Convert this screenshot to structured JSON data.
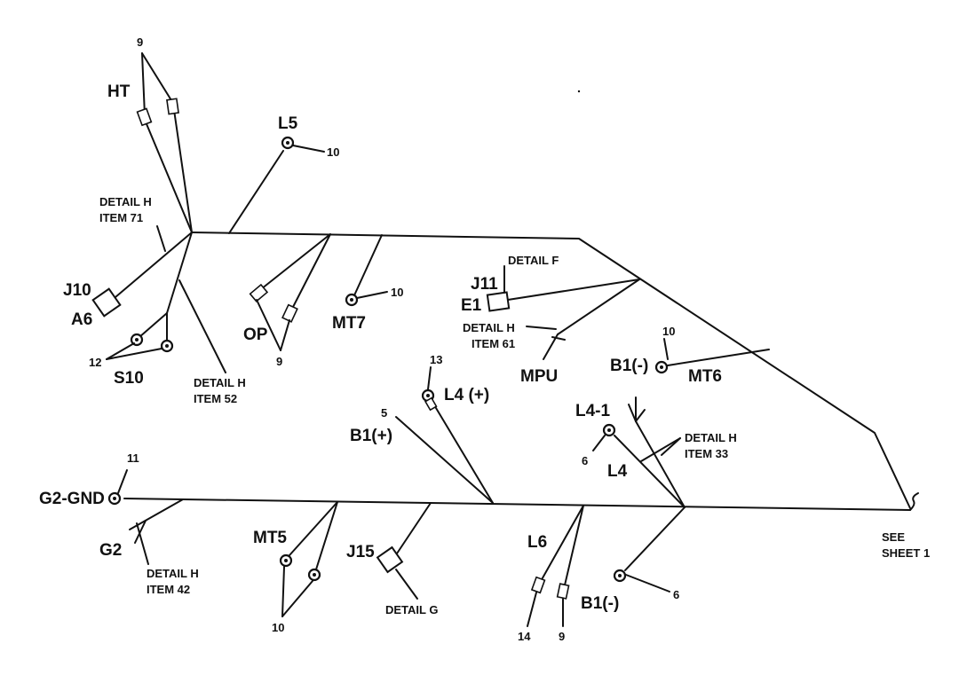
{
  "labels": {
    "ht": "HT",
    "ht_num": "9",
    "l5": "L5",
    "l5_num": "10",
    "detail_h_71_a": "DETAIL H",
    "detail_h_71_b": "ITEM 71",
    "j10": "J10",
    "a6": "A6",
    "s10": "S10",
    "s10_num": "12",
    "detail_h_52_a": "DETAIL H",
    "detail_h_52_b": "ITEM 52",
    "op": "OP",
    "op_num": "9",
    "mt7": "MT7",
    "mt7_num": "10",
    "detail_f": "DETAIL F",
    "j11": "J11",
    "e1": "E1",
    "detail_h_61_a": "DETAIL H",
    "detail_h_61_b": "ITEM 61",
    "mpu": "MPU",
    "b1_minus_top": "B1(-)",
    "mt6": "MT6",
    "mt6_num": "10",
    "l4_plus": "L4 (+)",
    "l4_plus_num": "13",
    "b1_plus": "B1(+)",
    "b1_plus_num": "5",
    "l4_1": "L4-1",
    "l4": "L4",
    "l4_num": "6",
    "detail_h_33_a": "DETAIL H",
    "detail_h_33_b": "ITEM 33",
    "g2_gnd": "G2-GND",
    "g2_gnd_num": "11",
    "g2": "G2",
    "detail_h_42_a": "DETAIL H",
    "detail_h_42_b": "ITEM 42",
    "mt5": "MT5",
    "mt5_num": "10",
    "j15": "J15",
    "detail_g": "DETAIL G",
    "l6": "L6",
    "l6_num_a": "14",
    "l6_num_b": "9",
    "b1_minus_bottom": "B1(-)",
    "b1_minus_bottom_num": "6",
    "see_sheet_a": "SEE",
    "see_sheet_b": "SHEET 1"
  }
}
